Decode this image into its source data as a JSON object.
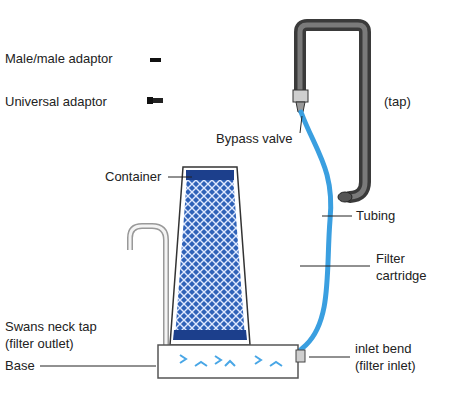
{
  "diagram": {
    "labels": [
      "Male/male adaptor",
      "Universal adaptor",
      "(tap)",
      "Bypass valve",
      "Container",
      "Tubing",
      "Filter cartridge",
      "Swans neck tap (filter outlet)",
      "Base",
      "inlet bend (filter inlet)"
    ]
  }
}
